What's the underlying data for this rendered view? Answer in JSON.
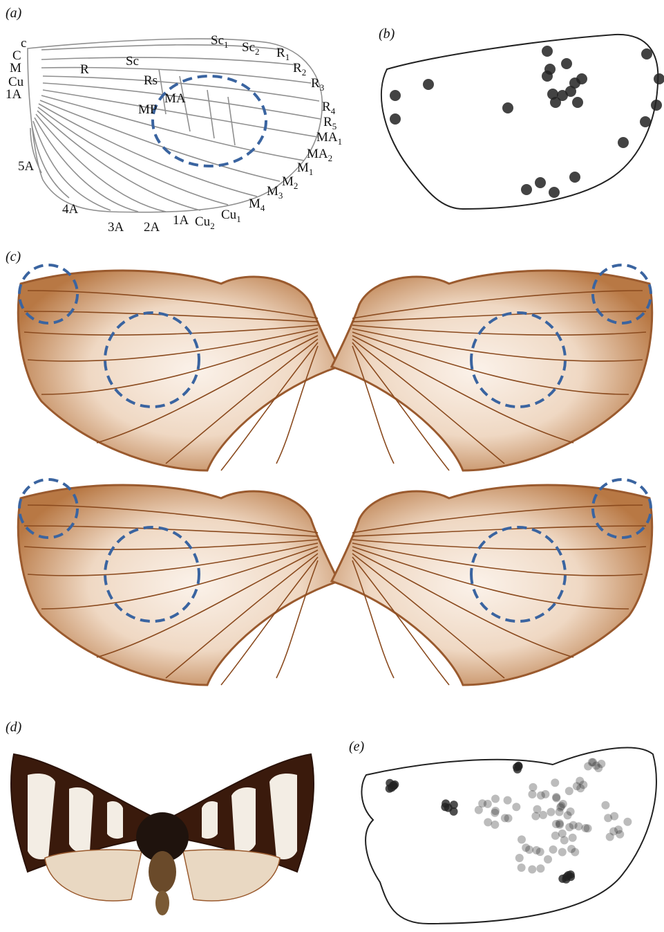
{
  "panels": {
    "a": "(a)",
    "b": "(b)",
    "c": "(c)",
    "d": "(d)",
    "e": "(e)"
  },
  "vein_labels": [
    {
      "base": "c",
      "sub": ""
    },
    {
      "base": "C",
      "sub": ""
    },
    {
      "base": "M",
      "sub": ""
    },
    {
      "base": "Cu",
      "sub": ""
    },
    {
      "base": "1A",
      "sub": ""
    },
    {
      "base": "R",
      "sub": ""
    },
    {
      "base": "Sc",
      "sub": ""
    },
    {
      "base": "Rs",
      "sub": ""
    },
    {
      "base": "MP",
      "sub": ""
    },
    {
      "base": "MA",
      "sub": ""
    },
    {
      "base": "Sc",
      "sub": "1"
    },
    {
      "base": "Sc",
      "sub": "2"
    },
    {
      "base": "R",
      "sub": "1"
    },
    {
      "base": "R",
      "sub": "2"
    },
    {
      "base": "R",
      "sub": "3"
    },
    {
      "base": "R",
      "sub": "4"
    },
    {
      "base": "R",
      "sub": "5"
    },
    {
      "base": "MA",
      "sub": "1"
    },
    {
      "base": "MA",
      "sub": "2"
    },
    {
      "base": "M",
      "sub": "1"
    },
    {
      "base": "M",
      "sub": "2"
    },
    {
      "base": "M",
      "sub": "3"
    },
    {
      "base": "M",
      "sub": "4"
    },
    {
      "base": "Cu",
      "sub": "1"
    },
    {
      "base": "Cu",
      "sub": "2"
    },
    {
      "base": "1A",
      "sub": ""
    },
    {
      "base": "2A",
      "sub": ""
    },
    {
      "base": "3A",
      "sub": ""
    },
    {
      "base": "4A",
      "sub": ""
    },
    {
      "base": "5A",
      "sub": ""
    }
  ],
  "colors": {
    "highlight_circle": "#3a64a0",
    "wing_vein": "#8a4a1e",
    "wing_membrane": "#f1e2d4",
    "wing_margin": "#9a5a2e",
    "diagram_line": "#888888",
    "landmark_dot": "#222222",
    "outline": "#222222"
  },
  "landmarks_b_count": 24,
  "landmarks_e_count": 90
}
